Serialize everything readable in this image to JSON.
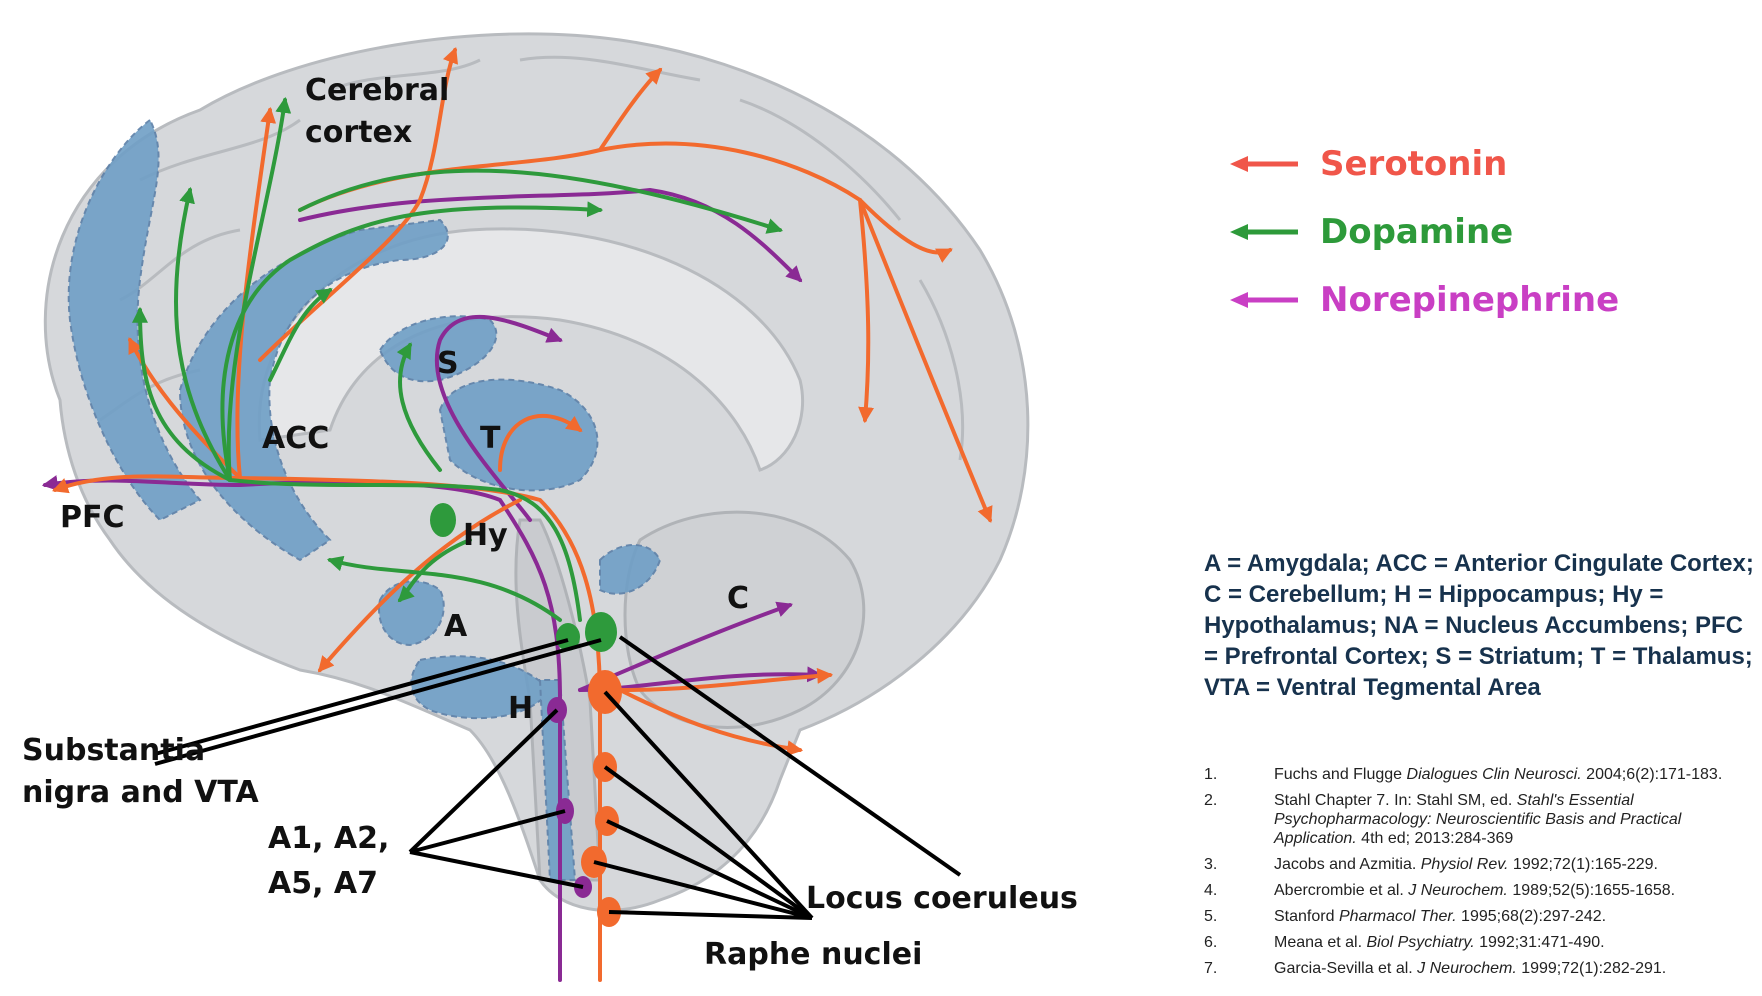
{
  "diagram": {
    "labels": {
      "cortex_line1": "Cerebral",
      "cortex_line2": "cortex",
      "pfc": "PFC",
      "acc": "ACC",
      "s": "S",
      "t": "T",
      "hy": "Hy",
      "a": "A",
      "h": "H",
      "c": "C",
      "sn_line1": "Substantia",
      "sn_line2": "nigra and VTA",
      "a1_line1": "A1, A2,",
      "a1_line2": "A5, A7",
      "locus": "Locus coeruleus",
      "raphe": "Raphe nuclei"
    }
  },
  "legend": [
    {
      "label": "Serotonin",
      "color": "#f0564a"
    },
    {
      "label": "Dopamine",
      "color": "#2d9a3a"
    },
    {
      "label": "Norepinephrine",
      "color": "#c93fc4"
    }
  ],
  "colors": {
    "serotonin": "#f26a2e",
    "dopamine": "#2e9a3c",
    "norepinephrine": "#8a2a94",
    "region": "#6f9fc6",
    "brain": "#d6d8db"
  },
  "abbreviations": "A = Amygdala; ACC = Anterior Cingulate Cortex; C = Cerebellum; H = Hippocampus; Hy = Hypothalamus; NA = Nucleus Accumbens; PFC = Prefrontal Cortex; S = Striatum; T = Thalamus; VTA = Ventral Tegmental Area",
  "references": [
    {
      "num": "1.",
      "pre": "Fuchs and Flugge ",
      "ital": "Dialogues Clin Neurosci.",
      "post": " 2004;6(2):171-183."
    },
    {
      "num": "2.",
      "pre": "Stahl Chapter 7. In: Stahl SM, ed. ",
      "ital": "Stahl's Essential Psychopharmacology: Neuroscientific Basis and Practical Application.",
      "post": " 4th ed; 2013:284-369"
    },
    {
      "num": "3.",
      "pre": "Jacobs and Azmitia. ",
      "ital": "Physiol Rev.",
      "post": " 1992;72(1):165-229."
    },
    {
      "num": "4.",
      "pre": "Abercrombie et al. ",
      "ital": "J Neurochem.",
      "post": " 1989;52(5):1655-1658."
    },
    {
      "num": "5.",
      "pre": "Stanford ",
      "ital": "Pharmacol Ther.",
      "post": " 1995;68(2):297-242."
    },
    {
      "num": "6.",
      "pre": "Meana et al. ",
      "ital": "Biol Psychiatry.",
      "post": " 1992;31:471-490."
    },
    {
      "num": "7.",
      "pre": "Garcia-Sevilla et al. ",
      "ital": "J Neurochem.",
      "post": " 1999;72(1):282-291."
    }
  ]
}
